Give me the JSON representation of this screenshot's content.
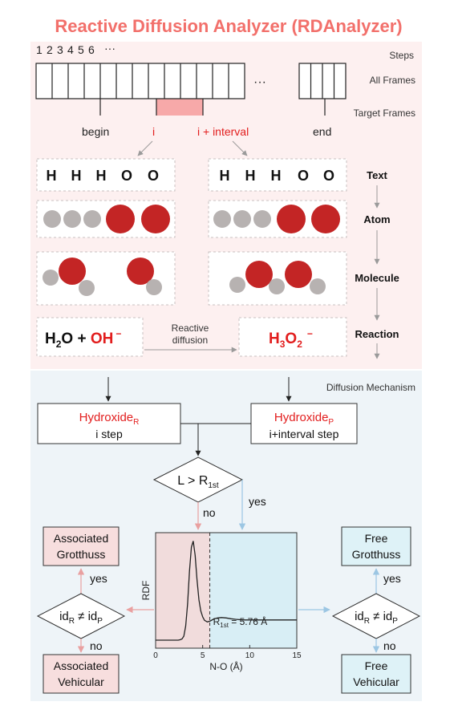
{
  "title": "Reactive Diffusion Analyzer (RDAnalyzer)",
  "frames": {
    "step_numbers": [
      "1",
      "2",
      "3",
      "4",
      "5",
      "6"
    ],
    "ellipsis": "···",
    "label_steps": "Steps",
    "label_all_frames": "All Frames",
    "label_target_frames": "Target Frames",
    "label_begin": "begin",
    "label_i": "i",
    "label_i_interval": "i + interval",
    "label_end": "end"
  },
  "levels": {
    "text_atoms_left": [
      "H",
      "H",
      "H",
      "O",
      "O"
    ],
    "text_atoms_right": [
      "H",
      "H",
      "H",
      "O",
      "O"
    ],
    "level_text": "Text",
    "level_atom": "Atom",
    "level_molecule": "Molecule",
    "level_reaction": "Reaction"
  },
  "reaction": {
    "h": "H",
    "h_sub": "2",
    "o": "O",
    "plus": " + ",
    "oh": "OH",
    "oh_sup": "−",
    "arrow_line1": "Reactive",
    "arrow_line2": "diffusion",
    "prod_h": "H",
    "prod_h_sub": "3",
    "prod_o": "O",
    "prod_o_sub": "2",
    "prod_sup": "−"
  },
  "mechanism": {
    "title": "Diffusion Mechanism",
    "hydroxide_r_main": "Hydroxide",
    "hydroxide_r_sub": "R",
    "hydroxide_r_step": "i step",
    "hydroxide_p_main": "Hydroxide",
    "hydroxide_p_sub": "P",
    "hydroxide_p_step": "i+interval step",
    "cond_l": "L > R",
    "cond_sub": "1st",
    "no": "no",
    "yes": "yes",
    "id_left_a": "id",
    "id_left_sub_r": "R",
    "id_neq": " ≠ id",
    "id_left_sub_p": "P",
    "assoc_grotthuss": [
      "Associated",
      "Grotthuss"
    ],
    "assoc_vehicular": [
      "Associated",
      "Vehicular"
    ],
    "free_grotthuss": [
      "Free",
      "Grotthuss"
    ],
    "free_vehicular": [
      "Free",
      "Vehicular"
    ]
  },
  "chart_data": {
    "type": "line",
    "xlabel": "N-O (Å)",
    "ylabel": "RDF",
    "xlim": [
      0,
      15
    ],
    "xticks": [
      0,
      5,
      10,
      15
    ],
    "cutoff_x": 5.76,
    "cutoff_label_main": "R",
    "cutoff_label_sub": "1st",
    "cutoff_label_value": " = 5.76 Å",
    "ylim": [
      0,
      5
    ],
    "series": [
      {
        "x": [
          0,
          2.4,
          2.6,
          2.8,
          3.0,
          3.2,
          3.4,
          3.6,
          3.8,
          4.0,
          4.2,
          4.4,
          4.6,
          4.8,
          5.0,
          5.2,
          5.5,
          5.8,
          6.2,
          6.6,
          7.0,
          7.5,
          8.0,
          8.5,
          9.0,
          9.5,
          10.0,
          11.0,
          12.0,
          13.0,
          14.0,
          15.0
        ],
        "y": [
          0,
          0,
          0.02,
          0.06,
          0.2,
          0.7,
          1.8,
          3.4,
          4.6,
          4.9,
          4.2,
          3.0,
          2.0,
          1.45,
          1.15,
          0.98,
          0.9,
          0.95,
          1.05,
          1.1,
          1.12,
          1.1,
          1.06,
          1.03,
          1.01,
          1.0,
          1.0,
          1.0,
          1.0,
          1.0,
          1.0,
          1.0
        ]
      }
    ]
  },
  "colors": {
    "accent": "#f2706b",
    "red": "#e21d1d",
    "oxygen": "#c32525",
    "hydrogen": "#b7b2b1",
    "pink_bg": "#fdf0f0",
    "blue_bg": "#eef4f8",
    "pink_box": "#f7dede",
    "blue_box": "#def2f7",
    "pink_plot": "#f1dcdc",
    "blue_plot": "#d8eef5",
    "pink_arrow": "#e9a0a0",
    "blue_arrow": "#9cc6e3"
  }
}
